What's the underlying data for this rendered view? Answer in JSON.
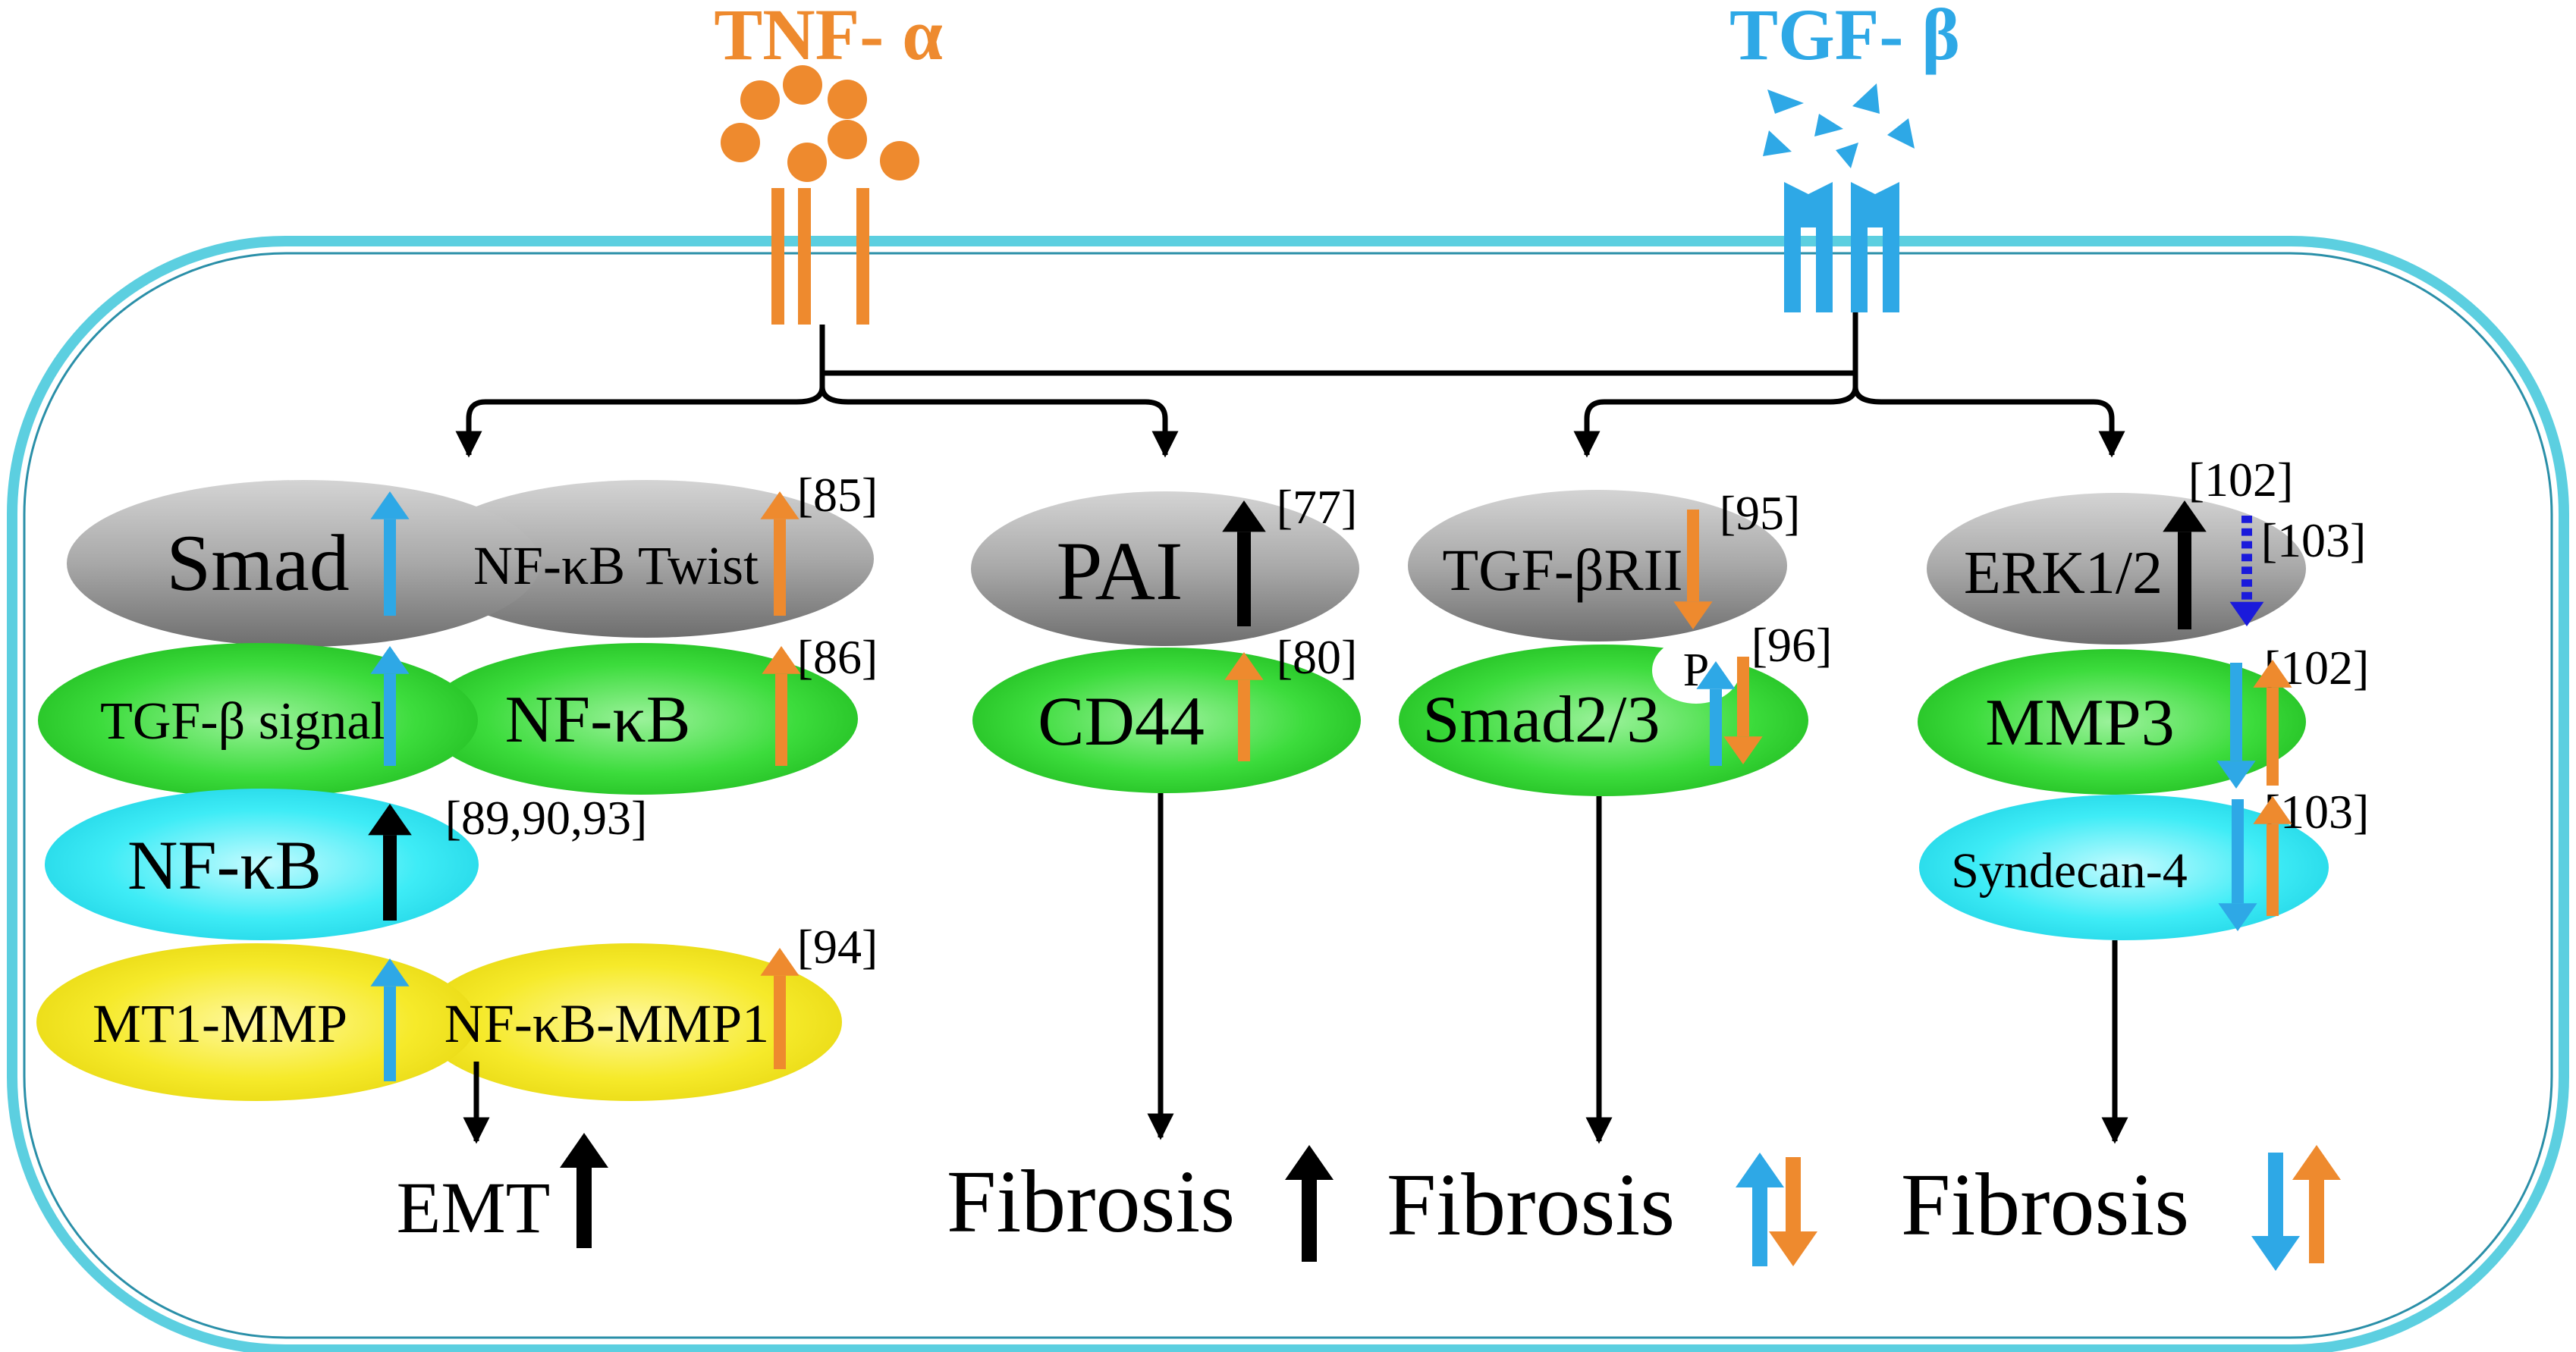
{
  "colors": {
    "tnf": "#ee8a2e",
    "tgf": "#2ea8e6",
    "cell_border": "#5ccfe0",
    "gray": "#9e9e9e",
    "green": "#3cd63c",
    "cyan": "#2fe6f3",
    "yellow": "#f4e81e",
    "black": "#000000",
    "blue_dashed": "#1a1adb"
  },
  "ligands": {
    "tnf_label": "TNF- α",
    "tgf_label": "TGF- β"
  },
  "column1": {
    "smad": "Smad",
    "nfkb_twist": "NF-κB Twist",
    "ref_85": "[85]",
    "tgfb_signal": "TGF-β signal",
    "nfkb_green": "NF-κB",
    "ref_86": "[86]",
    "nfkb_cyan": "NF-κB",
    "ref_89_90_93": "[89,90,93]",
    "mt1_mmp": "MT1-MMP",
    "nfkb_mmp1": "NF-κB-MMP1",
    "ref_94": "[94]",
    "emt": "EMT"
  },
  "column2": {
    "pai": "PAI",
    "ref_77": "[77]",
    "cd44": "CD44",
    "ref_80": "[80]",
    "fibrosis": "Fibrosis"
  },
  "column3": {
    "tgfbrii": "TGF-βRII",
    "ref_95": "[95]",
    "p": "P",
    "ref_96": "[96]",
    "smad23": "Smad2/3",
    "fibrosis": "Fibrosis"
  },
  "column4": {
    "erk": "ERK1/2",
    "ref_102a": "[102]",
    "ref_103a": "[103]",
    "mmp3": "MMP3",
    "ref_102b": "[102]",
    "syndecan": "Syndecan-4",
    "ref_103b": "[103]",
    "fibrosis": "Fibrosis"
  }
}
